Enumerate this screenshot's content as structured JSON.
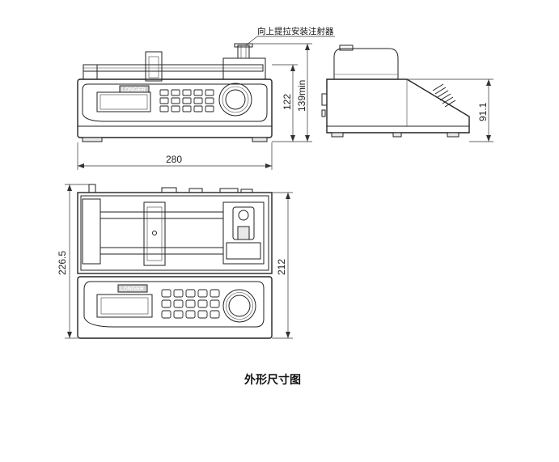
{
  "annotation": {
    "text": "向上提拉安装注射器"
  },
  "dimensions": {
    "front_width": "280",
    "front_height": "122",
    "front_height_max": "139min",
    "side_height": "91.1",
    "top_depth_total": "226.5",
    "top_depth_body": "212"
  },
  "device": {
    "brand": "LONGER"
  },
  "caption": {
    "text": "外形尺寸图"
  }
}
